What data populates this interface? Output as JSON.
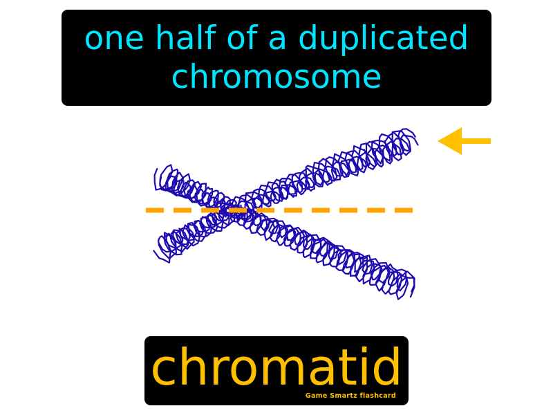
{
  "definition": {
    "line1": "one half of a duplicated",
    "line2": "chromosome"
  },
  "term": "chromatid",
  "brand": "Game Smartz flashcard",
  "colors": {
    "background": "#ffffff",
    "box": "#000000",
    "definition_text": "#00e5ff",
    "term_text": "#ffc000",
    "chromosome": "#1f0bb0",
    "guide": "#ffa500"
  },
  "illustration": {
    "subject": "chromosome-drawing",
    "indicator": "arrow-pointing-left"
  }
}
